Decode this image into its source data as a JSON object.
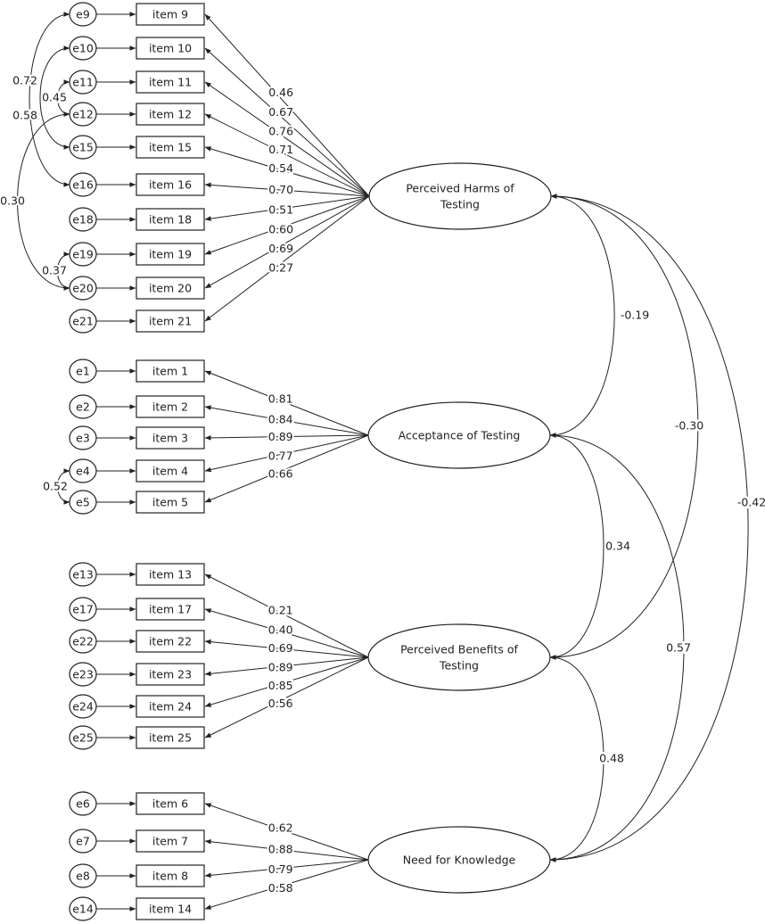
{
  "factors": [
    {
      "id": "F1",
      "label_lines": [
        "Perceived Harms of",
        "Testing"
      ]
    },
    {
      "id": "F2",
      "label_lines": [
        "Acceptance of Testing"
      ]
    },
    {
      "id": "F3",
      "label_lines": [
        "Perceived Benefits of",
        "Testing"
      ]
    },
    {
      "id": "F4",
      "label_lines": [
        "Need for Knowledge"
      ]
    }
  ],
  "indicators": [
    {
      "item": "item 9",
      "error": "e9",
      "factor": "F1",
      "loading": "0.46"
    },
    {
      "item": "item 10",
      "error": "e10",
      "factor": "F1",
      "loading": "0.67"
    },
    {
      "item": "item 11",
      "error": "e11",
      "factor": "F1",
      "loading": "0.76"
    },
    {
      "item": "item 12",
      "error": "e12",
      "factor": "F1",
      "loading": "0.71"
    },
    {
      "item": "item 15",
      "error": "e15",
      "factor": "F1",
      "loading": "0.54"
    },
    {
      "item": "item 16",
      "error": "e16",
      "factor": "F1",
      "loading": "0.70"
    },
    {
      "item": "item 18",
      "error": "e18",
      "factor": "F1",
      "loading": "0.51"
    },
    {
      "item": "item 19",
      "error": "e19",
      "factor": "F1",
      "loading": "0.60"
    },
    {
      "item": "item 20",
      "error": "e20",
      "factor": "F1",
      "loading": "0.69"
    },
    {
      "item": "item 21",
      "error": "e21",
      "factor": "F1",
      "loading": "0.27"
    },
    {
      "item": "item 1",
      "error": "e1",
      "factor": "F2",
      "loading": "0.81"
    },
    {
      "item": "item 2",
      "error": "e2",
      "factor": "F2",
      "loading": "0.84"
    },
    {
      "item": "item 3",
      "error": "e3",
      "factor": "F2",
      "loading": "0.89"
    },
    {
      "item": "item 4",
      "error": "e4",
      "factor": "F2",
      "loading": "0.77"
    },
    {
      "item": "item 5",
      "error": "e5",
      "factor": "F2",
      "loading": "0.66"
    },
    {
      "item": "item 13",
      "error": "e13",
      "factor": "F3",
      "loading": "0.21"
    },
    {
      "item": "item 17",
      "error": "e17",
      "factor": "F3",
      "loading": "0.40"
    },
    {
      "item": "item 22",
      "error": "e22",
      "factor": "F3",
      "loading": "0.69"
    },
    {
      "item": "item 23",
      "error": "e23",
      "factor": "F3",
      "loading": "0.89"
    },
    {
      "item": "item 24",
      "error": "e24",
      "factor": "F3",
      "loading": "0.85"
    },
    {
      "item": "item 25",
      "error": "e25",
      "factor": "F3",
      "loading": "0.56"
    },
    {
      "item": "item 6",
      "error": "e6",
      "factor": "F4",
      "loading": "0.62"
    },
    {
      "item": "item 7",
      "error": "e7",
      "factor": "F4",
      "loading": "0.88"
    },
    {
      "item": "item 8",
      "error": "e8",
      "factor": "F4",
      "loading": "0.79"
    },
    {
      "item": "item 14",
      "error": "e14",
      "factor": "F4",
      "loading": "0.58"
    }
  ],
  "error_covariances": [
    {
      "from": "e9",
      "to": "e16",
      "value": "0.72"
    },
    {
      "from": "e10",
      "to": "e15",
      "value": "0.58"
    },
    {
      "from": "e11",
      "to": "e12",
      "value": "0.45"
    },
    {
      "from": "e12",
      "to": "e20",
      "value": "0.30"
    },
    {
      "from": "e19",
      "to": "e20",
      "value": "0.37"
    },
    {
      "from": "e4",
      "to": "e5",
      "value": "0.52"
    }
  ],
  "factor_correlations": [
    {
      "from": "F1",
      "to": "F2",
      "value": "-0.19"
    },
    {
      "from": "F1",
      "to": "F3",
      "value": "-0.30"
    },
    {
      "from": "F1",
      "to": "F4",
      "value": "-0.42"
    },
    {
      "from": "F2",
      "to": "F3",
      "value": "0.34"
    },
    {
      "from": "F2",
      "to": "F4",
      "value": "0.57"
    },
    {
      "from": "F3",
      "to": "F4",
      "value": "0.48"
    }
  ]
}
